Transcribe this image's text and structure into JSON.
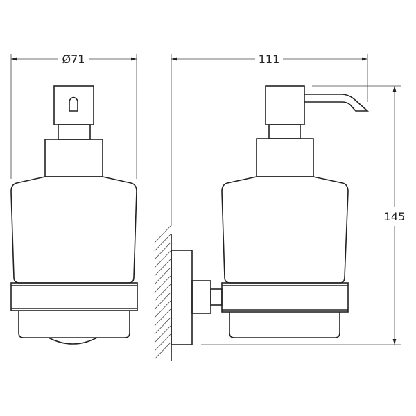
{
  "drawing": {
    "front_view": {
      "width_dimension": "Ø71"
    },
    "side_view": {
      "depth_dimension": "111",
      "height_dimension": "145"
    }
  },
  "colors": {
    "line": "#222222",
    "background": "#ffffff"
  }
}
